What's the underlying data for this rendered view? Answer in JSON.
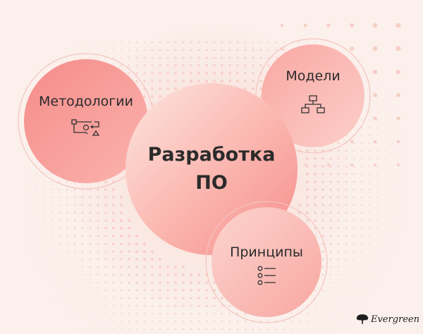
{
  "diagram": {
    "center": {
      "title_line1": "Разработка",
      "title_line2": "ПО"
    },
    "nodes": [
      {
        "id": "methodologies",
        "label": "Методологии",
        "icon": "workflow-icon"
      },
      {
        "id": "models",
        "label": "Модели",
        "icon": "hierarchy-icon"
      },
      {
        "id": "principles",
        "label": "Принципы",
        "icon": "list-icon"
      }
    ]
  },
  "brand": {
    "name": "Evergreen",
    "icon": "tree-logo-icon"
  },
  "colors": {
    "background": "#fbf0ec",
    "circle_light": "#fbd3cd",
    "circle_mid": "#fab1ab",
    "circle_dark": "#f38886",
    "dots": "#f6c9c2",
    "ring": "#f4c4bd",
    "text": "#2b2b2b"
  }
}
